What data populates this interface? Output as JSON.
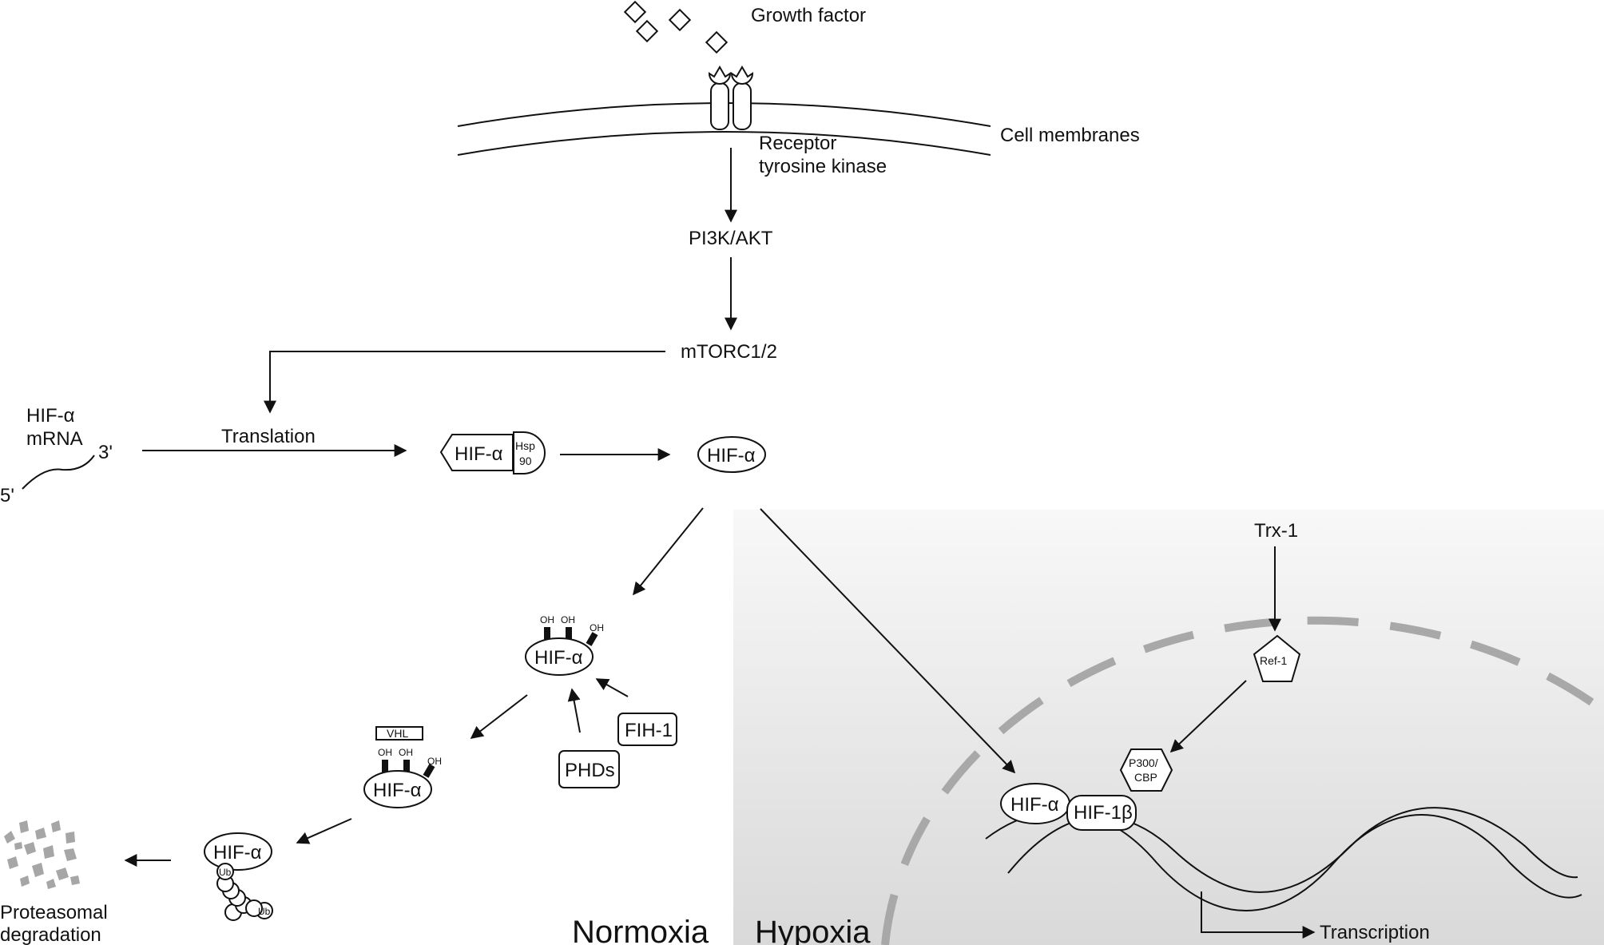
{
  "labels": {
    "growth_factor": "Growth factor",
    "cell_membranes": "Cell membranes",
    "receptor_line1": "Receptor",
    "receptor_line2": "tyrosine kinase",
    "pi3k": "PI3K/AKT",
    "mtorc": "mTORC1/2",
    "mrna_line1": "HIF-α",
    "mrna_line2": "mRNA",
    "three_prime": "3'",
    "five_prime": "5'",
    "translation": "Translation",
    "hif_alpha": "HIF-α",
    "hsp_line1": "Hsp",
    "hsp_line2": "90",
    "oh": "OH",
    "vhl": "VHL",
    "fih1": "FIH-1",
    "phds": "PHDs",
    "ub": "Ub",
    "proteasomal_line1": "Proteasomal",
    "proteasomal_line2": "degradation",
    "normoxia": "Normoxia",
    "hypoxia": "Hypoxia",
    "trx1": "Trx-1",
    "ref1": "Ref-1",
    "p300_line1": "P300/",
    "p300_line2": "CBP",
    "hif1b": "HIF-1β",
    "transcription": "Transcription"
  },
  "colors": {
    "hypoxia_bg_top": "#f8f8f8",
    "hypoxia_bg_bottom": "#d9d9d9",
    "nucleus_dash": "#a8a8a8",
    "debris": "#a6a6a6"
  }
}
